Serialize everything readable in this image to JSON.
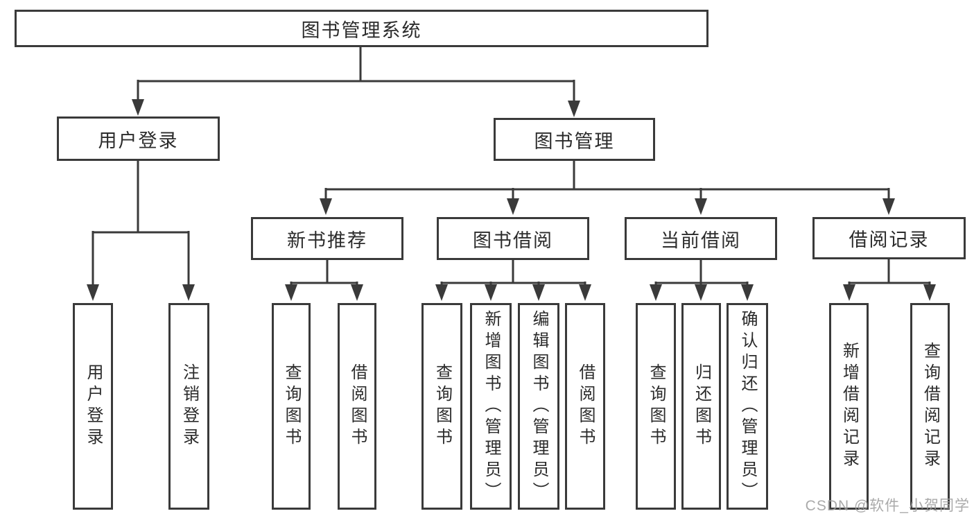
{
  "diagram_title": "图书管理系统",
  "colors": {
    "line": "#3a3a3a",
    "text": "#2b2b2b",
    "box_background": "#ffffff",
    "watermark": "#9e9e9e"
  },
  "tree": {
    "root": "图书管理系统",
    "branches": [
      {
        "label": "用户登录",
        "leaves": [
          "用户登录",
          "注销登录"
        ]
      },
      {
        "label": "图书管理",
        "children": [
          {
            "label": "新书推荐",
            "leaves": [
              "查询图书",
              "借阅图书"
            ]
          },
          {
            "label": "图书借阅",
            "leaves": [
              "查询图书",
              "新增图书（管理员）",
              "编辑图书（管理员）",
              "借阅图书"
            ]
          },
          {
            "label": "当前借阅",
            "leaves": [
              "查询图书",
              "归还图书",
              "确认归还（管理员）"
            ]
          },
          {
            "label": "借阅记录",
            "leaves": [
              "新增借阅记录",
              "查询借阅记录"
            ]
          }
        ]
      }
    ]
  },
  "watermark": "CSDN @软件_小贺同学"
}
